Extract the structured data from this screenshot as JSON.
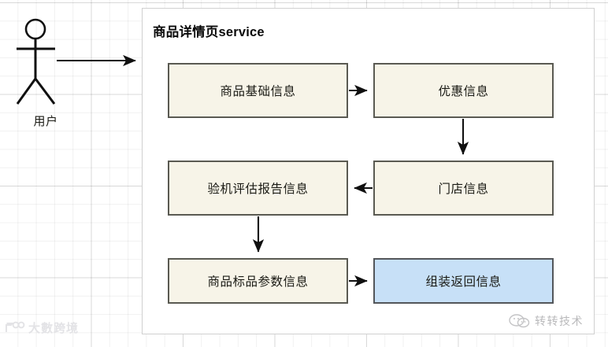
{
  "diagram": {
    "container_title": "商品详情页service",
    "actor": {
      "label": "用户",
      "icon": "stick-figure-actor-icon"
    },
    "nodes": [
      {
        "id": "basic",
        "label": "商品基础信息",
        "fill": "#f7f4e8",
        "stroke": "#5a5a52"
      },
      {
        "id": "promo",
        "label": "优惠信息",
        "fill": "#f7f4e8",
        "stroke": "#5a5a52"
      },
      {
        "id": "inspect",
        "label": "验机评估报告信息",
        "fill": "#f7f4e8",
        "stroke": "#5a5a52"
      },
      {
        "id": "store",
        "label": "门店信息",
        "fill": "#f7f4e8",
        "stroke": "#5a5a52"
      },
      {
        "id": "standard",
        "label": "商品标品参数信息",
        "fill": "#f7f4e8",
        "stroke": "#5a5a52"
      },
      {
        "id": "assemble",
        "label": "组装返回信息",
        "fill": "#c7e0f7",
        "stroke": "#53565a"
      }
    ],
    "edges": [
      {
        "from": "actor",
        "to": "basic",
        "direction": "right"
      },
      {
        "from": "basic",
        "to": "promo",
        "direction": "right"
      },
      {
        "from": "promo",
        "to": "store",
        "direction": "down"
      },
      {
        "from": "store",
        "to": "inspect",
        "direction": "left"
      },
      {
        "from": "inspect",
        "to": "standard",
        "direction": "down"
      },
      {
        "from": "standard",
        "to": "assemble",
        "direction": "right"
      }
    ],
    "watermarks": {
      "left": {
        "text": "大數跨境",
        "logo": "camera-logo-icon"
      },
      "right": {
        "text": "转转技术",
        "logo": "wechat-logo-icon"
      }
    }
  }
}
